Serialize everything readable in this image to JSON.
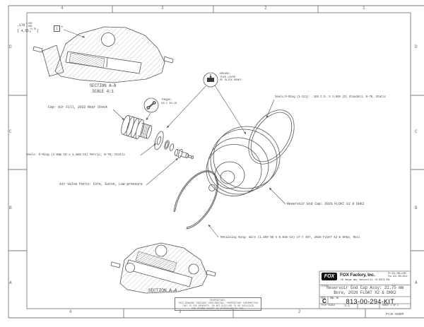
{
  "zones": {
    "top": [
      "4",
      "3",
      "2",
      "1"
    ],
    "bottom": [
      "4",
      "3",
      "2"
    ],
    "left": [
      "D",
      "C",
      "B",
      "A"
    ],
    "right": [
      "D",
      "C",
      "B",
      "A"
    ]
  },
  "detail_view": {
    "dim1_main": ".178",
    "dim1_tol_top": "+.030",
    "dim1_tol_bot": "-.000",
    "dim2_pre": "[ 4,55",
    "dim2_tol_top": "+0,76",
    "dim2_tol_bot": "0",
    "dim2_post": "]",
    "flag": "1",
    "flag_note": "*",
    "section_label": "SECTION  A-A",
    "scale_label": "SCALE  4:1"
  },
  "callouts": {
    "grease_line1": "GREASE:",
    "grease_line2": "THIN LAYER",
    "grease_line3": "OF SLICK HONEY",
    "torque_line1": "TORQUE:",
    "torque_line2": "50.1 IN.LB",
    "cap": "Cap: Air Fill, 2022 Rear Shock",
    "seal_standard": "Seals:O-Ring (1-121): .103 C.S. X 1.049 (D) Standard, N-70, Static",
    "seal_metric": "Seals: O-Ring (4.0mm ID x 1.5mm CS) Metric, N-70, Static",
    "air_valve": "Air Valve Parts: Core, Eaton, Low pressure",
    "end_cap": "Reservoir End Cap: 2026 FLOAT X2 & DHX2",
    "retaining_ring": "Retaining Ring: Wire (1.400 OD X 0.038 CS) 17-7 SST, 2026 FLOAT X2 & DHX2, Rezi"
  },
  "section_bottom": {
    "label": "SECTION  A-A"
  },
  "title_block": {
    "logo_text": "FOX",
    "company": "FOX Factory, Inc.",
    "address": "130 Hangar Way, Watsonville, CA 95076 USA",
    "phone": "Ph 831-768-1100",
    "fax": "Fax 831-768-9312",
    "title_label": "TITLE",
    "title_line1": "Reservoir End Cap Assy: 31.75 mm",
    "title_line2": "Bore, 2026 FLOAT X2 & DHX2",
    "size_label": "SIZE",
    "size_value": "C",
    "dwg_label": "DWG. NO.",
    "dwg_number": "813-00-294-KIT",
    "plot_scale_label": "PLOT SCALE",
    "plot_scale_value": "3:1",
    "sheet_label": "SHEET 1 OF 1",
    "footer_note": "ProE ASSEM"
  },
  "proprietary": {
    "line1": "PROPRIETARY:",
    "line2": "THIS DRAWING CONTAINS CONFIDENTIAL, PROPRIETARY INFORMATION",
    "line3": "THAT IS FOX PROPERTY.  DO NOT DISCLOSE TO OR DUPLICATE",
    "line4": "FOR OTHERS EXCEPT AS AUTHORIZED BY FOX."
  },
  "colors": {
    "line": "#6a6a6a",
    "drawing": "#555555",
    "text": "#4d4d4d",
    "dark": "#111111"
  }
}
